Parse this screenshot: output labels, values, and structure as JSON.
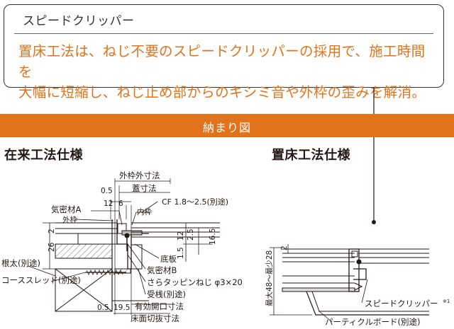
{
  "callout": {
    "title": "スピードクリッパー",
    "body_line1": "置床工法は、ねじ不要のスピードクリッパーの採用で、施工時間を",
    "body_line2": "大幅に短縮し、ねじ止め部からのキシミ音や外枠の歪みを解消。"
  },
  "banner": {
    "label": "納まり図"
  },
  "left_diagram": {
    "title": "在来工法仕様",
    "labels": {
      "outer_frame_dim": "外枠外寸法",
      "lid_dim": "蓋寸法",
      "airtight_a": "気密材A",
      "outer_frame": "外枠",
      "inner_frame": "内枠",
      "cf": "CF 1.8～2.5(別途)",
      "bottom_plate": "底板",
      "airtight_b": "気密材B",
      "tapping_screw": "さらタッピンねじ φ3×20",
      "support": "受桟(別途)",
      "effective_opening": "有効開口寸法",
      "floor_cut": "床面切抜寸法",
      "joist": "根太(別途)",
      "coarse_thread": "コーススレッド(別途)"
    },
    "dims": {
      "d05_top": "0.5",
      "d12": "12",
      "d6": "6",
      "d2": "2",
      "d26": "26",
      "d12v": "12",
      "d25": "2.5",
      "d165": "16.5",
      "d15": "1.5",
      "d05_bottom": "0.5",
      "d195": "19.5"
    }
  },
  "right_diagram": {
    "title": "置床工法仕様",
    "labels": {
      "range": "最大48～最少28",
      "speed_clipper": "スピードクリッパー",
      "speed_clipper_note": "※1",
      "particle_board": "パーティクルボード(別途)"
    },
    "dims": {
      "d2": "2"
    }
  },
  "colors": {
    "accent": "#e1731b",
    "text": "#231815",
    "line": "#231815"
  }
}
